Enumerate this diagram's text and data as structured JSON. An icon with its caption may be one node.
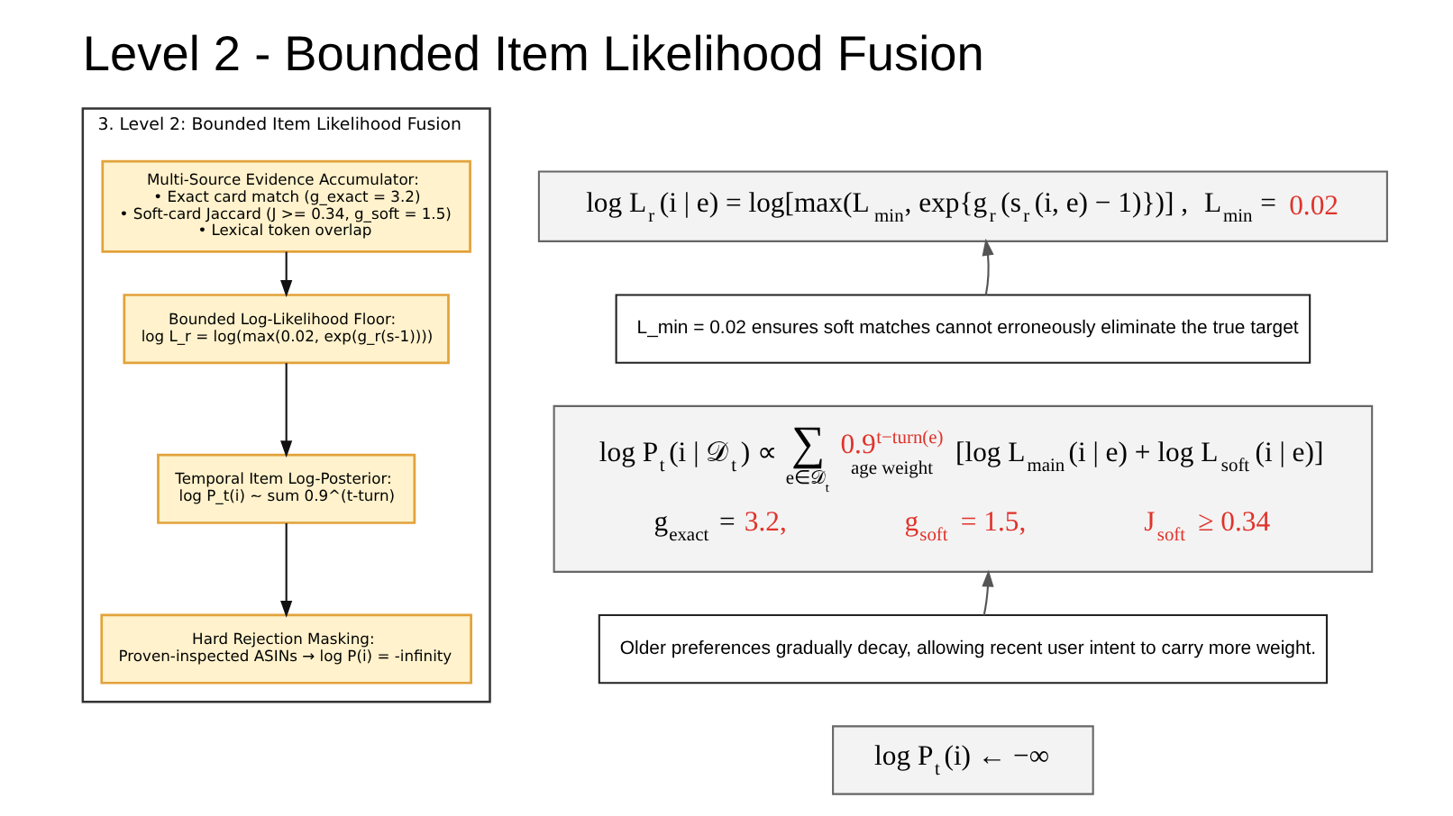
{
  "diagram": {
    "title": "Level 2 - Bounded Item Likelihood Fusion",
    "nodes": [
      {
        "text": [
          "3. Level 2: Bounded Item Likelihood Fusion"
        ]
      },
      {
        "text": [
          "Multi-Source Evidence Accumulator:",
          "• Exact card match (g_exact = 3.2)",
          "• Soft-card Jaccard (J >= 0.34, g_soft = 1.5)",
          "• Lexical token overlap"
        ],
        "in": 0
      },
      {
        "text": [
          "Bounded Log-Likelihood Floor:",
          "log L_r = log(max(0.02, exp(g_r(s-1))))"
        ],
        "in": 0
      },
      {
        "text": [
          "Temporal Item Log-Posterior:",
          "log P_t(i) ~ sum 0.9^(t-turn)"
        ],
        "in": 0
      },
      {
        "text": [
          "Hard Rejection Masking:",
          "Proven-inspected ASINs → log P(i) = -infinity"
        ],
        "in": 0
      },
      {
        "text": [
          "log L$_{r}$(i | e) = log[max(L$_{min}$, exp{g$_{r}$(s$_{r}$(i, e) − 1)})] ,",
          "L$_{min}$ =",
          "0.02"
        ]
      },
      {
        "text": [
          "L_min = 0.02 ensures soft matches cannot erroneously eliminate the true target"
        ]
      },
      {
        "text": [
          "log P$_{t}$(i | 𝒟$_{t}$) ∝",
          "∑",
          "e∈𝒟$_{t}$",
          "0.9$^{t−turn(e)}$",
          "age weight",
          "[log L$_{main}$(i | e) + log L$_{soft}$(i | e)]",
          "g$_{exact}$ =",
          "3.2,",
          "g$_{soft}$ = 1.5,",
          "J$_{soft}$ ≥ 0.34"
        ]
      },
      {
        "text": [
          "Older preferences gradually decay, allowing recent user intent to carry more weight."
        ]
      },
      {
        "text": [
          "log P$_{t}$(i) ← −∞"
        ]
      }
    ],
    "edges": [
      {
        "from": 1,
        "to": 2,
        "arrow": "to"
      },
      {
        "from": 2,
        "to": 3,
        "arrow": "to"
      },
      {
        "from": 3,
        "to": 4,
        "arrow": "to"
      },
      {
        "from": 6,
        "to": 5,
        "arrow": "to",
        "color": "#555555"
      },
      {
        "from": 8,
        "to": 7,
        "arrow": "to",
        "color": "#555555"
      }
    ]
  }
}
